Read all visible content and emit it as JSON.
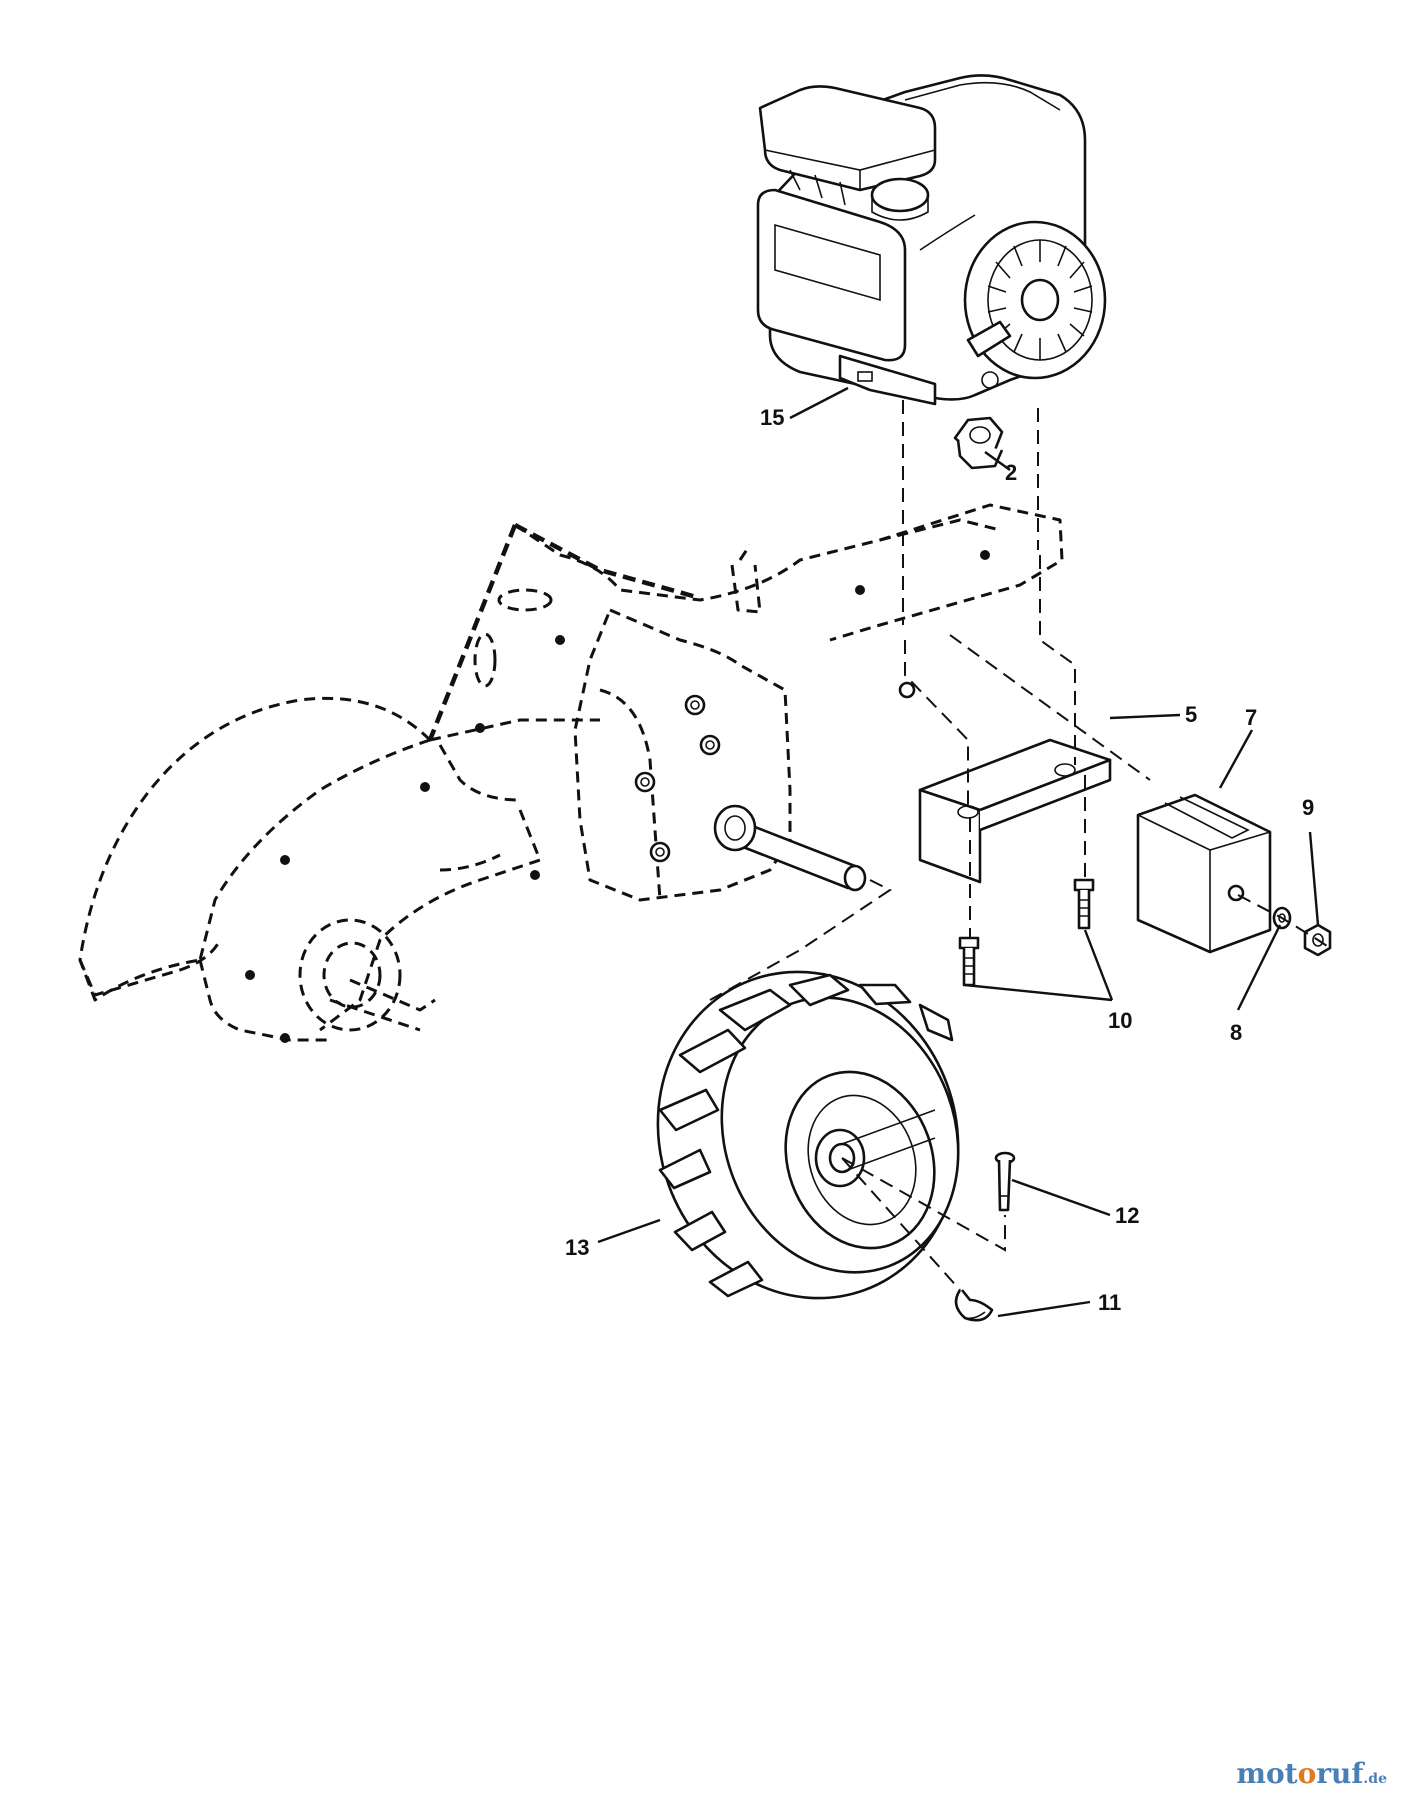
{
  "diagram": {
    "part_labels": {
      "p15": "15",
      "p2": "2",
      "p5": "5",
      "p7": "7",
      "p9": "9",
      "p8": "8",
      "p10": "10",
      "p12": "12",
      "p13": "13",
      "p11": "11"
    }
  },
  "watermark": {
    "brand_a": "mot",
    "brand_b": "o",
    "brand_c": "ruf",
    "suffix": ".de"
  },
  "colors": {
    "line": "#111111",
    "watermark_blue": "#4a7fb5",
    "watermark_orange": "#e07a1f"
  }
}
